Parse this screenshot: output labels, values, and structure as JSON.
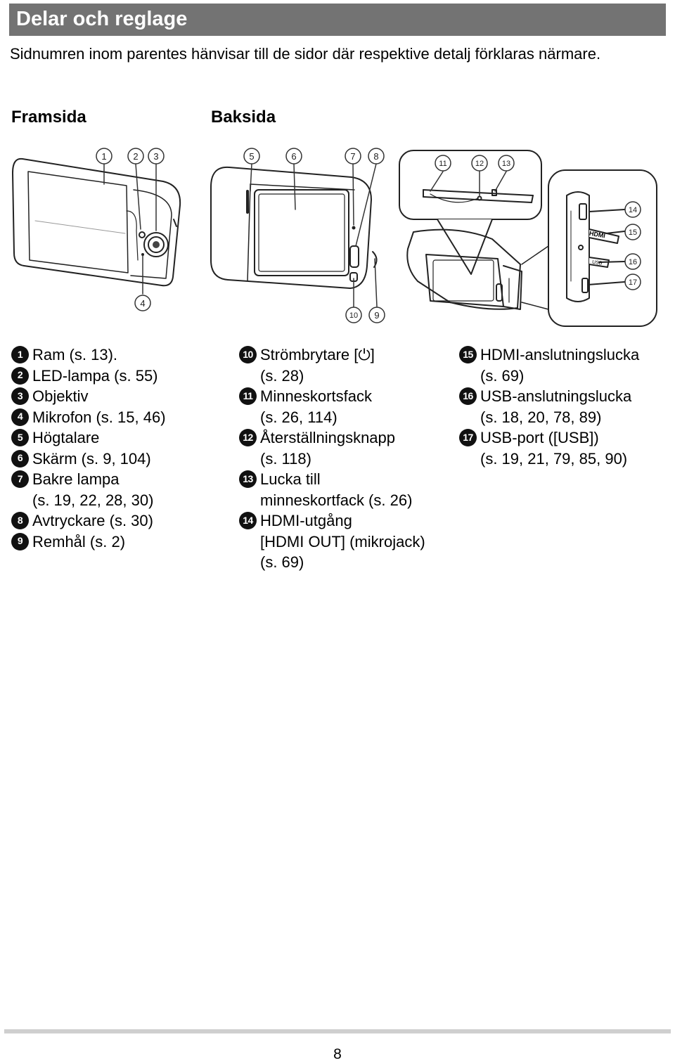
{
  "header": {
    "title": "Delar och reglage"
  },
  "intro": "Sidnumren inom parentes hänvisar till de sidor där respektive detalj förklaras närmare.",
  "sections": {
    "front": "Framsida",
    "back": "Baksida"
  },
  "callouts": {
    "n1": "1",
    "n2": "2",
    "n3": "3",
    "n4": "4",
    "n5": "5",
    "n6": "6",
    "n7": "7",
    "n8": "8",
    "n9": "9",
    "n10": "10",
    "n11": "11",
    "n12": "12",
    "n13": "13",
    "n14": "14",
    "n15": "15",
    "n16": "16",
    "n17": "17"
  },
  "port_labels": {
    "hdmi": "HDMI",
    "usb": "USB"
  },
  "legend": {
    "col1": [
      {
        "num": "1",
        "lines": [
          "Ram (s. 13)."
        ]
      },
      {
        "num": "2",
        "lines": [
          "LED-lampa (s. 55)"
        ]
      },
      {
        "num": "3",
        "lines": [
          "Objektiv"
        ]
      },
      {
        "num": "4",
        "lines": [
          "Mikrofon (s. 15, 46)"
        ]
      },
      {
        "num": "5",
        "lines": [
          "Högtalare"
        ]
      },
      {
        "num": "6",
        "lines": [
          "Skärm (s. 9, 104)"
        ]
      },
      {
        "num": "7",
        "lines": [
          "Bakre lampa",
          "(s. 19, 22, 28, 30)"
        ]
      },
      {
        "num": "8",
        "lines": [
          "Avtryckare (s. 30)"
        ]
      },
      {
        "num": "9",
        "lines": [
          "Remhål (s. 2)"
        ]
      }
    ],
    "col2": [
      {
        "num": "10",
        "lines": [
          "Strömbrytare [⏻]",
          "(s. 28)"
        ]
      },
      {
        "num": "11",
        "lines": [
          "Minneskortsfack",
          "(s. 26, 114)"
        ]
      },
      {
        "num": "12",
        "lines": [
          "Återställningsknapp",
          "(s. 118)"
        ]
      },
      {
        "num": "13",
        "lines": [
          "Lucka till",
          "minneskortfack (s. 26)"
        ]
      },
      {
        "num": "14",
        "lines": [
          "HDMI-utgång",
          "[HDMI OUT] (mikrojack)",
          "(s. 69)"
        ]
      }
    ],
    "col3": [
      {
        "num": "15",
        "lines": [
          "HDMI-anslutningslucka",
          "(s. 69)"
        ]
      },
      {
        "num": "16",
        "lines": [
          "USB-anslutningslucka",
          "(s. 18, 20, 78, 89)"
        ]
      },
      {
        "num": "17",
        "lines": [
          "USB-port ([USB])",
          "(s. 19, 21, 79, 85, 90)"
        ]
      }
    ]
  },
  "page_number": "8"
}
